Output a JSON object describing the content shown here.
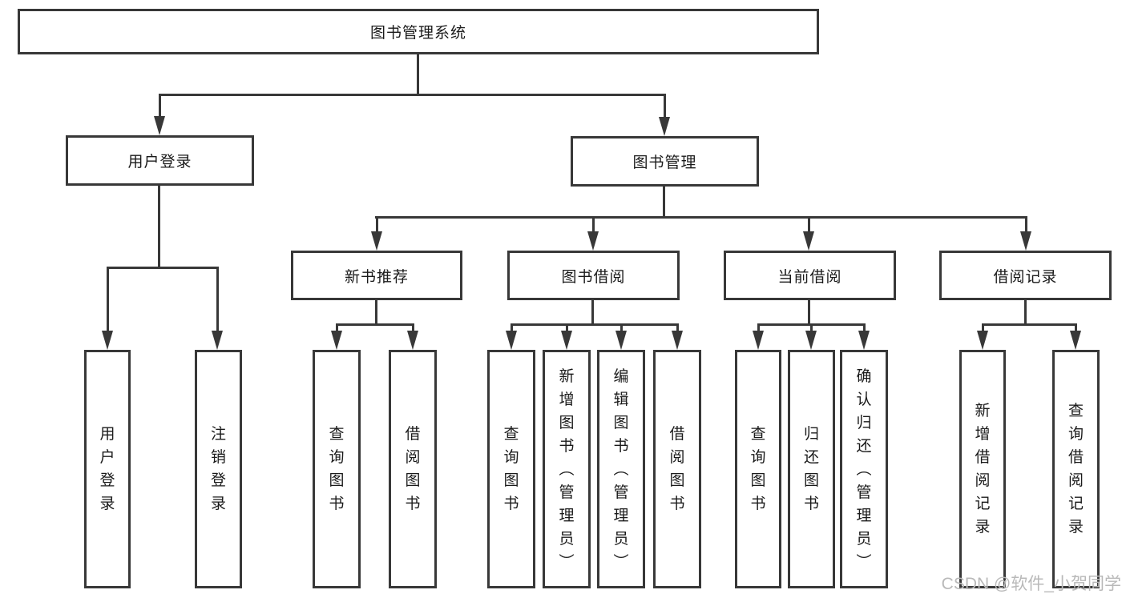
{
  "tree": {
    "root": {
      "label": "图书管理系统",
      "children": [
        {
          "label": "用户登录",
          "children": [
            {
              "label": "用户登录"
            },
            {
              "label": "注销登录"
            }
          ]
        },
        {
          "label": "图书管理",
          "children": [
            {
              "label": "新书推荐",
              "children": [
                {
                  "label": "查询图书"
                },
                {
                  "label": "借阅图书"
                }
              ]
            },
            {
              "label": "图书借阅",
              "children": [
                {
                  "label": "查询图书"
                },
                {
                  "label": "新增图书（管理员）"
                },
                {
                  "label": "编辑图书（管理员）"
                },
                {
                  "label": "借阅图书"
                }
              ]
            },
            {
              "label": "当前借阅",
              "children": [
                {
                  "label": "查询图书"
                },
                {
                  "label": "归还图书"
                },
                {
                  "label": "确认归还（管理员）"
                }
              ]
            },
            {
              "label": "借阅记录",
              "children": [
                {
                  "label": "新增借阅记录"
                },
                {
                  "label": "查询借阅记录"
                }
              ]
            }
          ]
        }
      ]
    }
  },
  "watermark": {
    "text": "CSDN @软件_小贺同学"
  },
  "colors": {
    "line": "#383838",
    "text": "#1a1a1a",
    "bg": "#ffffff",
    "watermark": "#b9b9b9"
  }
}
